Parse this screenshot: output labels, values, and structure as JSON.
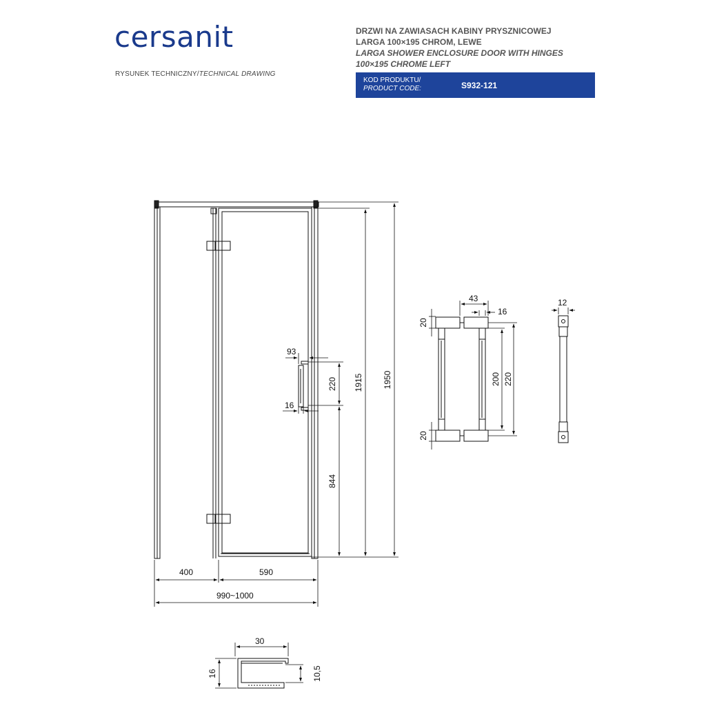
{
  "header": {
    "brand": "cersanit",
    "drawing_label_pl": "RYSUNEK TECHNICZNY/",
    "drawing_label_en": "TECHNICAL DRAWING",
    "title_pl_line1": "DRZWI NA ZAWIASACH KABINY PRYSZNICOWEJ",
    "title_pl_line2": "LARGA 100×195 CHROM, LEWE",
    "title_en_line1": "LARGA SHOWER ENCLOSURE DOOR WITH HINGES",
    "title_en_line2": "100×195 CHROME LEFT",
    "code_label_pl": "KOD PRODUKTU/",
    "code_label_en": "PRODUCT CODE:",
    "code_value": "S932-121",
    "accent_color": "#1e449b"
  },
  "dimensions": {
    "main": {
      "fixed_width": "400",
      "door_width": "590",
      "total_width": "990~1000",
      "door_height": "1915",
      "total_height": "1950",
      "handle_from_bottom": "844",
      "handle_length": "220",
      "handle_offset": "93",
      "handle_depth": "16"
    },
    "handle_front": {
      "depth": "43",
      "tube": "16",
      "top_end": "20",
      "bottom_end": "20",
      "bar_length": "200",
      "mount_distance": "220"
    },
    "handle_side": {
      "width": "12"
    },
    "profile": {
      "width": "30",
      "height": "16",
      "inner_height": "10,5"
    }
  }
}
